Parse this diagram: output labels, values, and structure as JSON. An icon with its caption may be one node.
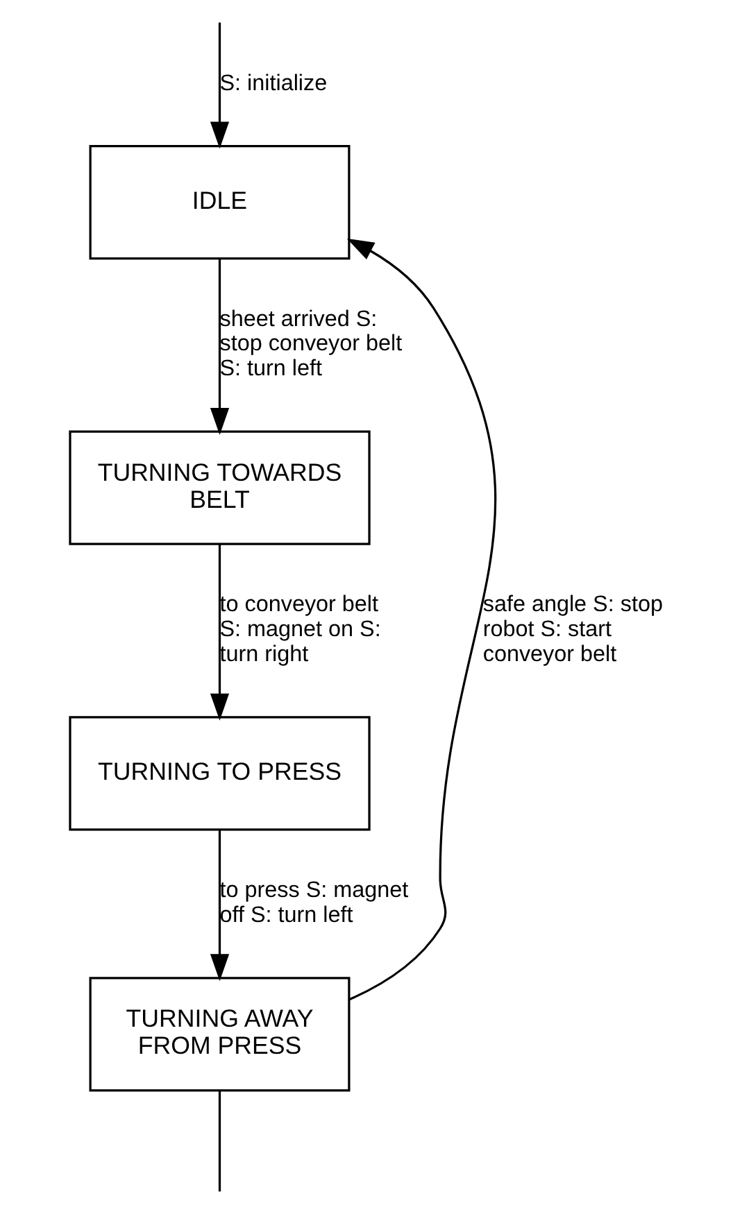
{
  "diagram": {
    "nodes": [
      {
        "text": [
          "IDLE"
        ]
      },
      {
        "text": [
          "TURNING TOWARDS BELT"
        ]
      },
      {
        "text": [
          "TURNING TO PRESS"
        ]
      },
      {
        "text": [
          "TURNING AWAY FROM PRESS"
        ]
      }
    ],
    "edges": [
      {
        "from": null,
        "to": 0,
        "arrow": "to",
        "label": "S: initialize"
      },
      {
        "from": 0,
        "to": 1,
        "arrow": "to",
        "label": "sheet arrived S: stop conveyor belt S: turn left"
      },
      {
        "from": 1,
        "to": 2,
        "arrow": "to",
        "label": "to conveyor belt S: magnet on S: turn right"
      },
      {
        "from": 2,
        "to": 3,
        "arrow": "to",
        "label": "to press S: magnet off S: turn left"
      },
      {
        "from": 3,
        "to": 0,
        "arrow": "to",
        "label": "safe angle S: stop robot S: start conveyor belt"
      },
      {
        "from": 3,
        "to": null,
        "arrow": "none"
      }
    ]
  }
}
